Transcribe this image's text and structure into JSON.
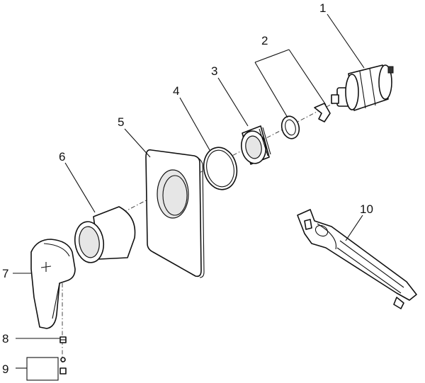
{
  "callouts": {
    "part_1": "1",
    "part_2": "2",
    "part_3": "3",
    "part_4": "4",
    "part_5": "5",
    "part_6": "6",
    "part_7": "7",
    "part_8": "8",
    "part_9": "9",
    "part_10": "10"
  },
  "line_color": "#111111",
  "background": "#ffffff"
}
